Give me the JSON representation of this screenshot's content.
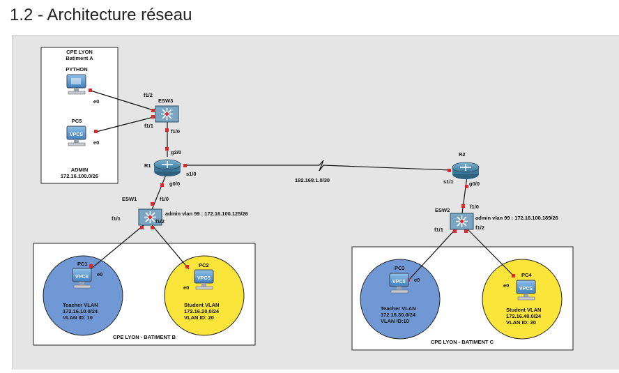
{
  "page": {
    "title": "1.2 - Architecture réseau"
  },
  "colors": {
    "teacher_zone": "#6f98d4",
    "student_zone": "#fbe53a",
    "port": "#e0252b",
    "device_blue": "#5a8ab0"
  },
  "zones": {
    "admin": {
      "title_line1": "CPE LYON",
      "title_line2": "Batiment A",
      "label": "ADMIN",
      "subnet": "172.16.100.0/26"
    },
    "bat_b": {
      "label": "CPE LYON - BATIMENT B"
    },
    "bat_c": {
      "label": "CPE LYON - BATIMENT C"
    }
  },
  "devices": {
    "python": {
      "name": "PYTHON",
      "port": "e0",
      "icon": "monitor-icon"
    },
    "pc5": {
      "name": "PC5",
      "port": "e0",
      "badge": "VPCS"
    },
    "esw3": {
      "name": "ESW3",
      "port_f12": "f1/2",
      "port_f11": "f1/1",
      "port_f10": "f1/0"
    },
    "r1": {
      "name": "R1",
      "port_g20": "g2/0",
      "port_s10": "s1/0",
      "port_g00": "g0/0"
    },
    "r2": {
      "name": "R2",
      "port_s11": "s1/1",
      "port_g00": "g0/0"
    },
    "esw1": {
      "name": "ESW1",
      "port_f10": "f1/0",
      "port_f11": "f1/1",
      "port_f12": "f1/2",
      "admin": "admin vlan 99 : 172.16.100.125/26"
    },
    "esw2": {
      "name": "ESW2",
      "port_f10": "f1/0",
      "port_f11": "f1/1",
      "port_f12": "f1/2",
      "admin": "admin vlan 99 : 172.16.100.189/26"
    },
    "pc1": {
      "name": "PC1",
      "port": "e0",
      "badge": "VPCS",
      "vlan": "Teacher VLAN",
      "subnet": "172.16.10.0/24",
      "vlan_id": "VLAN ID: 10"
    },
    "pc2": {
      "name": "PC2",
      "port": "e0",
      "badge": "VPCS",
      "vlan": "Student VLAN",
      "subnet": "172.16.20.0/24",
      "vlan_id": "VLAN ID: 20"
    },
    "pc3": {
      "name": "PC3",
      "port": "e0",
      "badge": "VPCS",
      "vlan": "Teacher VLAN",
      "subnet": "172.16.30.0/24",
      "vlan_id": "VLAN ID:10"
    },
    "pc4": {
      "name": "PC4",
      "port": "e0",
      "badge": "VPCS",
      "vlan": "Student VLAN",
      "subnet": "172.16.40.0/24",
      "vlan_id": "VLAN ID: 20"
    }
  },
  "links": {
    "wan": "192.168.1.0/30"
  }
}
